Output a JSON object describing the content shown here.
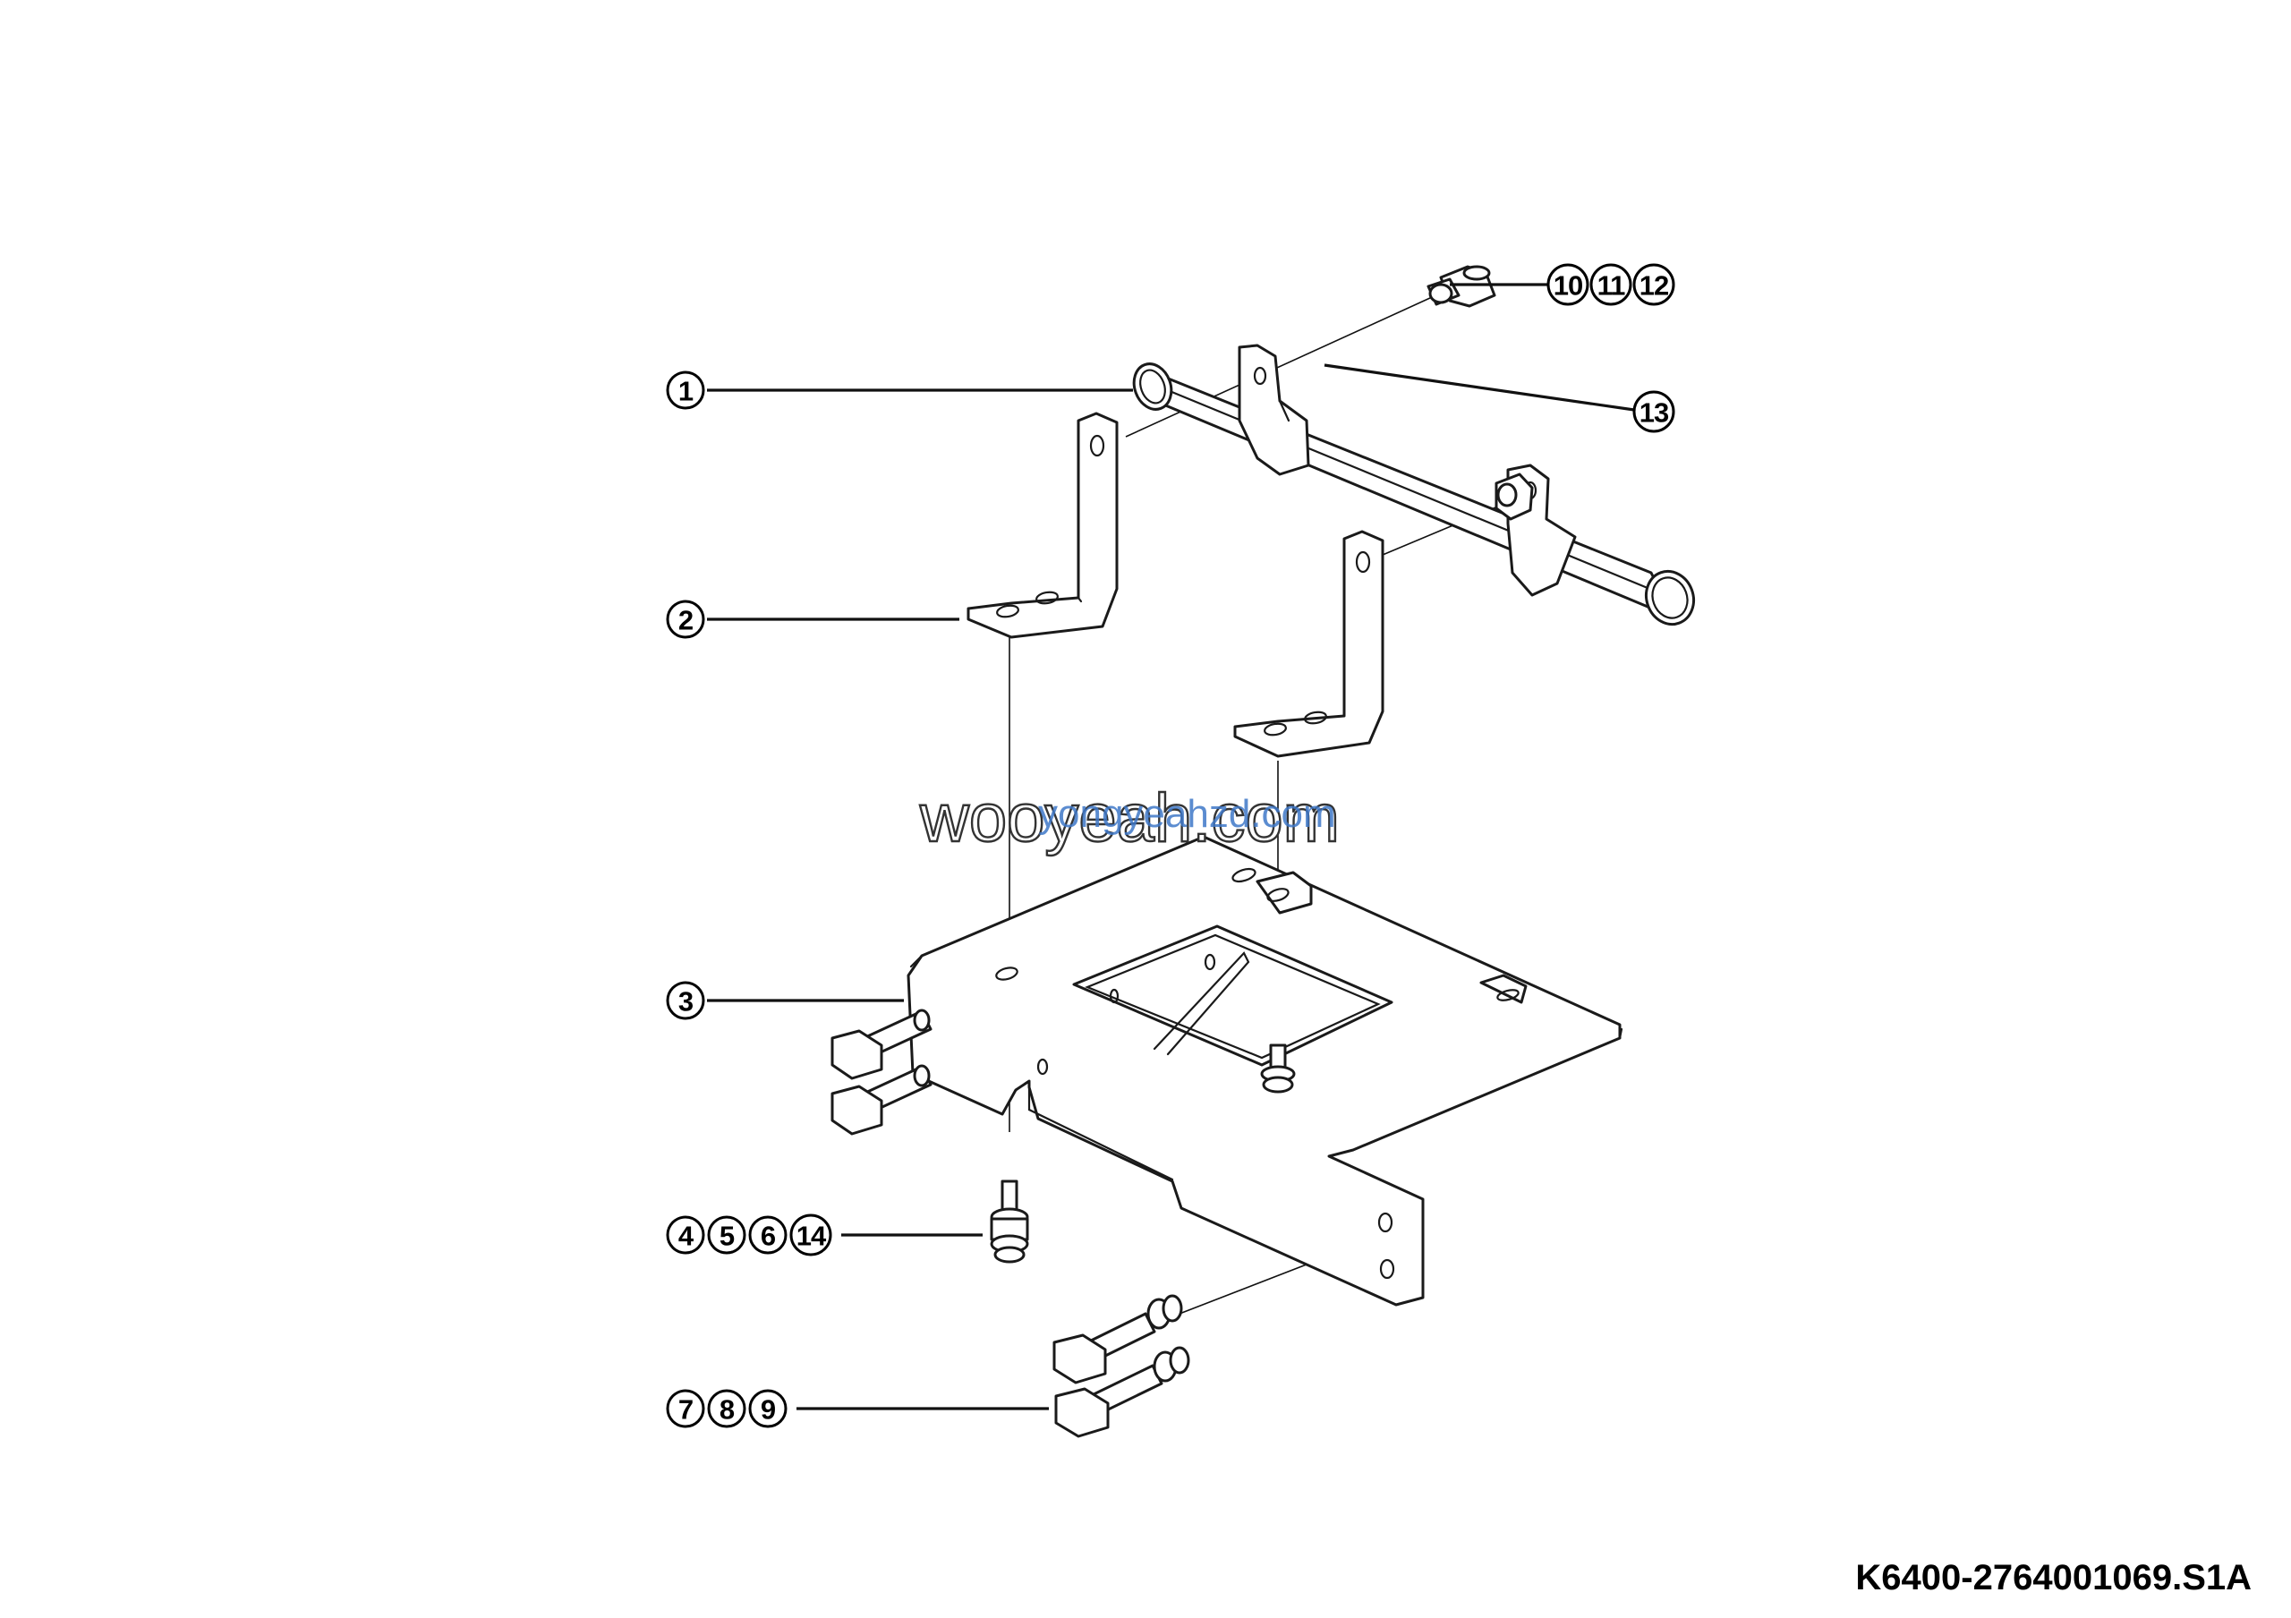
{
  "callouts": [
    {
      "id": "c1",
      "label": "1"
    },
    {
      "id": "c2",
      "label": "2"
    },
    {
      "id": "c3",
      "label": "3"
    },
    {
      "id": "c4",
      "label": "4"
    },
    {
      "id": "c5",
      "label": "5"
    },
    {
      "id": "c6",
      "label": "6"
    },
    {
      "id": "c14",
      "label": "14"
    },
    {
      "id": "c7",
      "label": "7"
    },
    {
      "id": "c8",
      "label": "8"
    },
    {
      "id": "c9",
      "label": "9"
    },
    {
      "id": "c10",
      "label": "10"
    },
    {
      "id": "c11",
      "label": "11"
    },
    {
      "id": "c12",
      "label": "12"
    },
    {
      "id": "c13",
      "label": "13"
    }
  ],
  "watermark": {
    "primary": "wooyeah.com",
    "secondary": "yongyeahzd.com"
  },
  "drawing_code": "K6400-2764001069.S1A"
}
